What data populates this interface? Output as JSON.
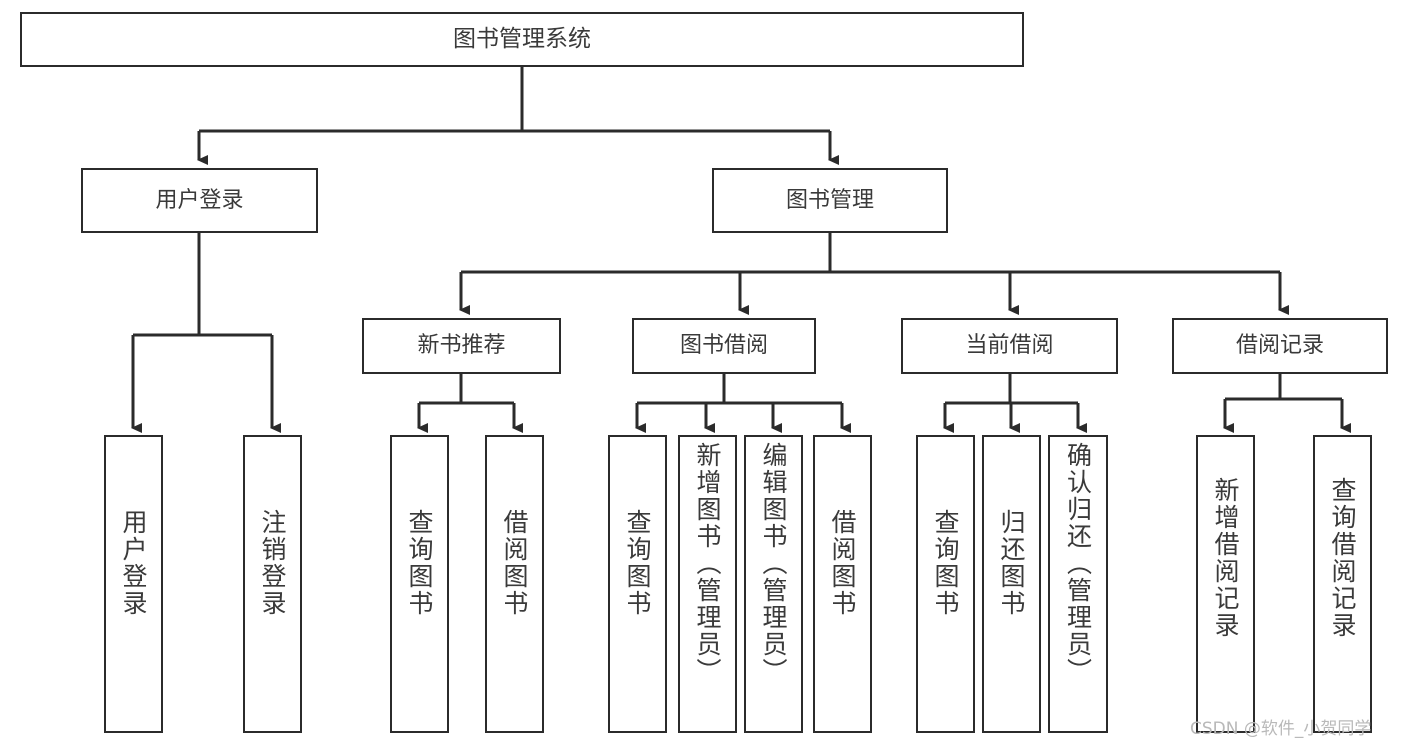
{
  "diagram": {
    "title": "图书管理系统",
    "type": "tree-hierarchy-chart",
    "orientation": "top-down",
    "colors": {
      "box_border": "#2b2b2b",
      "box_fill": "#ffffff",
      "edge": "#2b2b2b",
      "text": "#3a3a3a",
      "watermark": "#b9b9b9",
      "background": "#ffffff"
    },
    "root": {
      "label": "图书管理系统"
    },
    "level2": [
      {
        "label": "用户登录"
      },
      {
        "label": "图书管理"
      }
    ],
    "level3": [
      {
        "label": "新书推荐"
      },
      {
        "label": "图书借阅"
      },
      {
        "label": "当前借阅"
      },
      {
        "label": "借阅记录"
      }
    ],
    "leaves": {
      "user_login": [
        {
          "label": "用户登录"
        },
        {
          "label": "注销登录"
        }
      ],
      "new_book_recommend": [
        {
          "label": "查询图书"
        },
        {
          "label": "借阅图书"
        }
      ],
      "book_borrow": [
        {
          "label": "查询图书"
        },
        {
          "label": "新增图书（管理员）"
        },
        {
          "label": "编辑图书（管理员）"
        },
        {
          "label": "借阅图书"
        }
      ],
      "current_borrow": [
        {
          "label": "查询图书"
        },
        {
          "label": "归还图书"
        },
        {
          "label": "确认归还（管理员）"
        }
      ],
      "borrow_records": [
        {
          "label": "新增借阅记录"
        },
        {
          "label": "查询借阅记录"
        }
      ]
    },
    "watermark": "CSDN @软件_小贺同学"
  }
}
